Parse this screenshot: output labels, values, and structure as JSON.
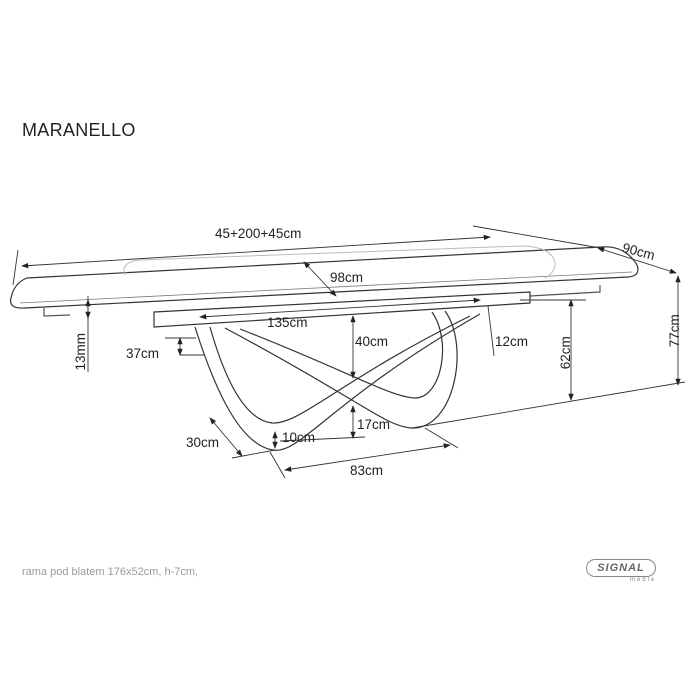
{
  "title": "MARANELLO",
  "dimensions": {
    "total_length": "45+200+45cm",
    "depth": "90cm",
    "inner_panel": "98cm",
    "frame_length": "135cm",
    "base_height": "40cm",
    "frame_offset": "12cm",
    "top_thickness": "13mm",
    "leg_offset": "37cm",
    "under_height": "62cm",
    "total_height": "77cm",
    "foot_depth": "30cm",
    "foot_height": "10cm",
    "cross_height": "17cm",
    "base_width": "83cm"
  },
  "footer": {
    "note": "rama pod blatem 176x52cm, h-7cm,"
  },
  "logo": {
    "name": "SIGNAL",
    "sub": "meble"
  }
}
